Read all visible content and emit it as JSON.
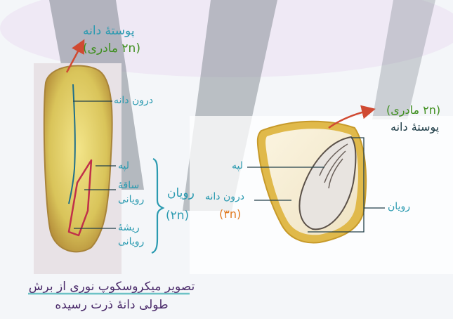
{
  "corn_micro": {
    "seed_coat_label": "پوستهٔ دانه",
    "seed_coat_ploidy": "(۲n مادری)",
    "endosperm_label": "درون دانه",
    "cotyledon_label": "لپه",
    "shoot_label_1": "ساقهٔ",
    "shoot_label_2": "رویانی",
    "root_label_1": "ریشهٔ",
    "root_label_2": "رویانی",
    "embryo_label": "رویان",
    "embryo_ploidy": "(۲n)"
  },
  "caption": {
    "line1": "تصویر میکروسکوپ نوری از برش",
    "line2": "طولی دانهٔ ذرت رسیده"
  },
  "bean": {
    "seed_coat_ploidy": "(۲n مادری)",
    "seed_coat_label": "پوستهٔ دانه",
    "cotyledon_label": "لپه",
    "endosperm_label": "درون دانه",
    "endosperm_ploidy": "(۳n)",
    "embryo_label": "رویان"
  },
  "colors": {
    "label_teal": "#2a9ab0",
    "ploidy_green": "#3f8f1f",
    "ploidy_orange": "#e07a21",
    "arrow_red": "#d04a32",
    "embryo_outline": "#c0304a",
    "endosperm_line": "#1f6f8a"
  }
}
